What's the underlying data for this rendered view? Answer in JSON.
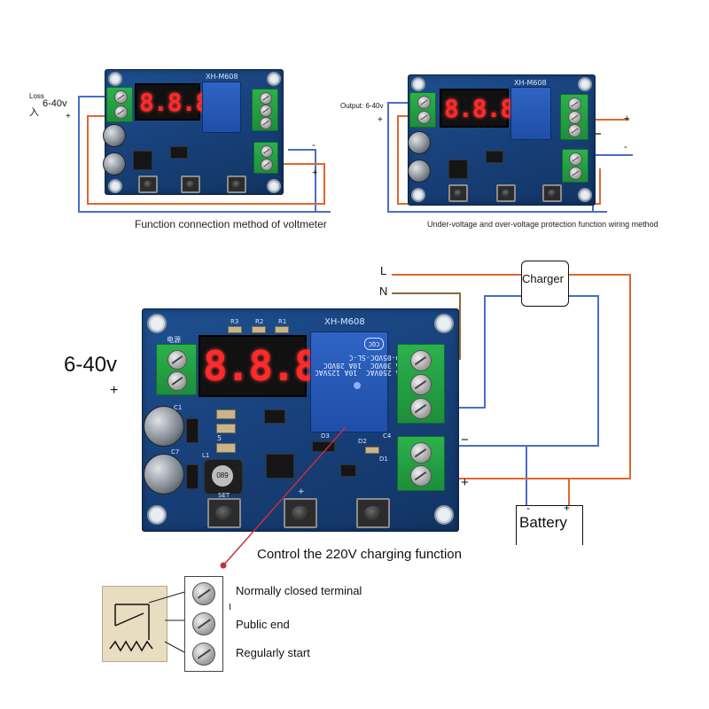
{
  "diagram_1": {
    "board_label": "XH-M608",
    "display_text": "8.8.8.",
    "left_label_top": "Loss",
    "left_label_cn": "入",
    "input_voltage": "6-40v",
    "plus": "+",
    "minus": "-",
    "caption": "Function connection method of voltmeter"
  },
  "diagram_2": {
    "board_label": "XH-M608",
    "display_text": "8.8.8.",
    "output_label": "Output: 6-40v",
    "plus": "+",
    "minus": "-",
    "caption": "Under-voltage and over-voltage protection function wiring method"
  },
  "main": {
    "board_label": "XH-M608",
    "silk_r3": "R3",
    "silk_r2": "R2",
    "silk_r1": "R1",
    "silk_power_cn": "电源",
    "silk_c1": "C1",
    "silk_c7": "C7",
    "silk_l1": "L1",
    "silk_inductor": "089",
    "silk_set": "SET",
    "silk_d2": "D2",
    "silk_d3": "D3",
    "silk_c4": "C4",
    "silk_d1": "D1",
    "silk_5": "5",
    "display_text": "8.8.8.",
    "relay_text": "10A 250VAC  10A 125VAC\n10A 30VDC  10A 28VDC\nSRD-05VDC-SL-C",
    "relay_logo": "CQC",
    "input_voltage": "6-40v",
    "input_plus": "+",
    "label_L": "L",
    "label_N": "N",
    "charger": "Charger",
    "battery": "Battery",
    "battery_minus": "-",
    "battery_plus": "+",
    "terminal_minus": "−",
    "terminal_plus": "+",
    "button_plus": "+",
    "control_caption": "Control the 220V charging function"
  },
  "legend": {
    "terminals": [
      "Normally closed terminal",
      "Public end",
      "Regularly start"
    ],
    "marker": "I"
  },
  "colors": {
    "pcb_blue": "#1d4f8f",
    "terminal_green": "#2bb24c",
    "relay_blue": "#2f64c4",
    "display_red": "#ff2a2a",
    "wire_blue": "#4a6dc8",
    "wire_orange": "#e2662c",
    "wire_brown": "#8a6a3a",
    "pointer_red": "#c9303a"
  }
}
